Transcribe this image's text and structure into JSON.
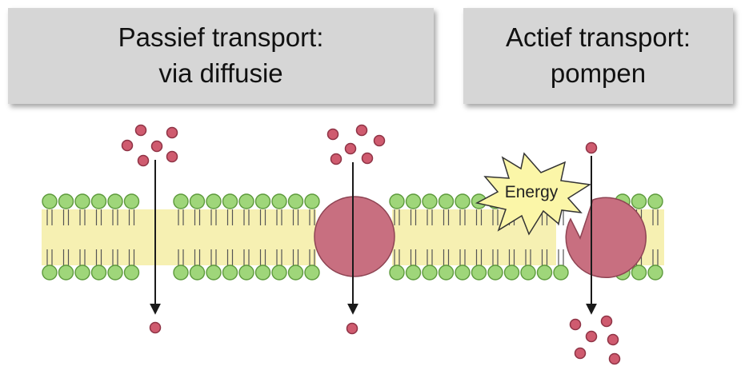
{
  "passive": {
    "line1": "Passief transport:",
    "line2": "via diffusie"
  },
  "active": {
    "line1": "Actief transport:",
    "line2": "pompen"
  },
  "energy_label": "Energy",
  "colors": {
    "header_bg": "#d6d6d6",
    "lipid_head": "#9fd67a",
    "lipid_head_stroke": "#5d9a3c",
    "membrane_core": "#f6f0b2",
    "protein": "#c86f80",
    "molecule": "#cf5b6f",
    "energy_burst": "#fbf6a8"
  }
}
